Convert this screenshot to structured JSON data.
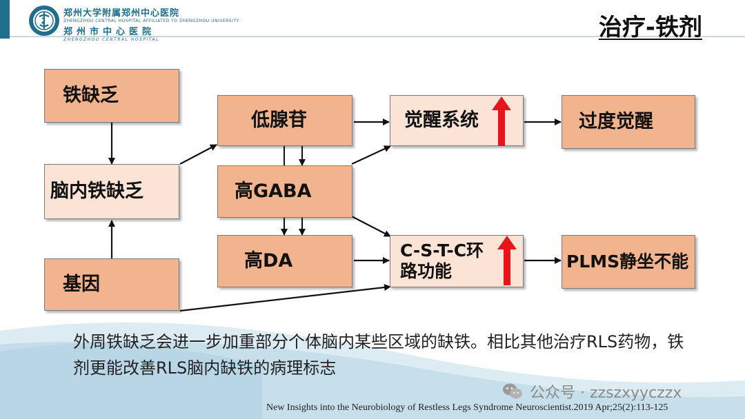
{
  "header": {
    "org_name_cn": "郑州大学附属郑州中心医院",
    "org_name_en": "ZHENGZHOU CENTRAL HOSPITAL AFFILIATED TO ZHENGZHOU UNIVERSITY",
    "org_name_cn_2": "郑州市中心医院",
    "org_name_en_2": "ZHENGZHOU CENTRAL HOSPITAL",
    "logo_icon": "hospital-emblem-icon"
  },
  "title": "治疗-铁剂",
  "diagram": {
    "nodes": {
      "iron_deficiency": "铁缺乏",
      "brain_iron_deficiency": "脑内铁缺乏",
      "genes": "基因",
      "hypoadenosine": "低腺苷",
      "high_gaba": "高GABA",
      "high_da": "高DA",
      "arousal_system": "觉醒系统",
      "cstc_circuit": "C-S-T-C环路功能",
      "excessive_arousal": "过度觉醒",
      "plms_akathisia": "PLMS静坐不能"
    },
    "increase_indicator_icon": "red-up-arrow-icon",
    "colors": {
      "node_dark": "#f1b48e",
      "node_light": "#fbe4d6",
      "increase": "#e8141b",
      "edge": "#111111"
    }
  },
  "caption": "外周铁缺乏会进一步加重部分个体脑内某些区域的缺铁。相比其他治疗RLS药物，铁剂更能改善RLS脑内缺铁的病理标志",
  "watermark": {
    "icon": "wechat-icon",
    "text": "公众号 · zzszxyyczzx"
  },
  "citation": "New Insights into the Neurobiology of Restless Legs Syndrome Neuroscientist.2019 Apr;25(2):113-125"
}
